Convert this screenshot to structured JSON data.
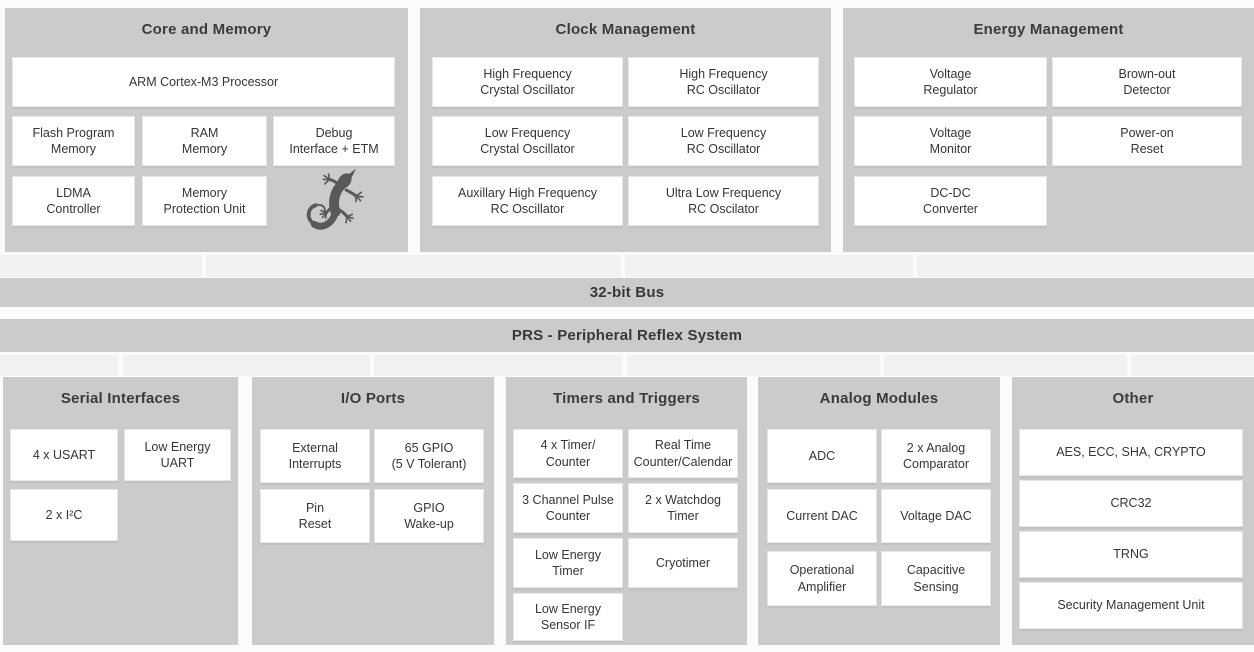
{
  "top_panels": [
    {
      "title": "Core and Memory",
      "blocks": [
        "ARM Cortex-M3 Processor",
        "Flash Program\nMemory",
        "RAM\nMemory",
        "Debug\nInterface + ETM",
        "LDMA\nController",
        "Memory\nProtection Unit"
      ],
      "logo_icon": "gecko-logo"
    },
    {
      "title": "Clock Management",
      "blocks": [
        "High Frequency\nCrystal Oscillator",
        "High Frequency\nRC Oscillator",
        "Low Frequency\nCrystal Oscillator",
        "Low Frequency\nRC Oscillator",
        "Auxillary High Frequency\nRC Oscillator",
        "Ultra Low Frequency\nRC Oscilator"
      ]
    },
    {
      "title": "Energy Management",
      "blocks": [
        "Voltage\nRegulator",
        "Brown-out\nDetector",
        "Voltage\nMonitor",
        "Power-on\nReset",
        "DC-DC\nConverter"
      ]
    }
  ],
  "buses": [
    {
      "label": "32-bit Bus"
    },
    {
      "label": "PRS - Peripheral Reflex System"
    }
  ],
  "bottom_panels": [
    {
      "title": "Serial Interfaces",
      "blocks": [
        "4 x USART",
        "Low Energy\nUART",
        "2 x I²C"
      ]
    },
    {
      "title": "I/O Ports",
      "blocks": [
        "External\nInterrupts",
        "65 GPIO\n(5 V Tolerant)",
        "Pin\nReset",
        "GPIO\nWake-up"
      ]
    },
    {
      "title": "Timers and Triggers",
      "blocks": [
        "4 x Timer/\nCounter",
        "Real Time\nCounter/Calendar",
        "3 Channel Pulse\nCounter",
        "2 x Watchdog\nTimer",
        "Low Energy\nTimer",
        "Cryotimer",
        "Low Energy\nSensor IF"
      ]
    },
    {
      "title": "Analog Modules",
      "blocks": [
        "ADC",
        "2 x Analog\nComparator",
        "Current DAC",
        "Voltage DAC",
        "Operational\nAmplifier",
        "Capacitive\nSensing"
      ]
    },
    {
      "title": "Other",
      "blocks": [
        "AES, ECC, SHA, CRYPTO",
        "CRC32",
        "TRNG",
        "Security Management Unit"
      ]
    }
  ],
  "colors": {
    "panel": "#cbcbcb",
    "block": "#ffffff",
    "connector_tab": "#f1f1f1",
    "title_text": "#3b3b3b",
    "block_text": "#363636",
    "gecko": "#595959",
    "page": "#fbfbfb"
  }
}
